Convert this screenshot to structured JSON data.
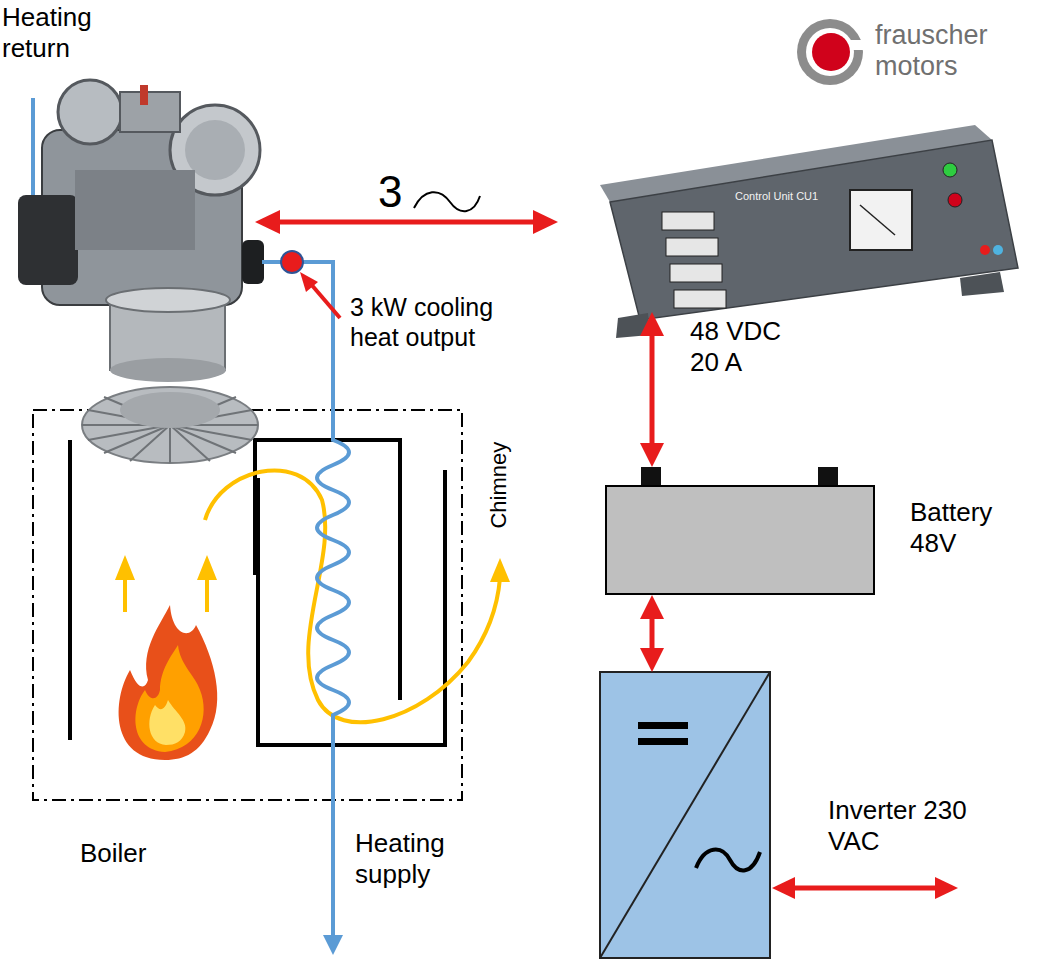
{
  "diagram": {
    "nodes": [
      {
        "text": [
          "Control Unit CU1"
        ]
      },
      {
        "text": [
          "Boiler"
        ]
      },
      {
        "text": [
          "Battery 48V"
        ]
      },
      {
        "text": [
          "Inverter 230 VAC"
        ]
      }
    ],
    "edges": [
      {
        "from": 0,
        "to": 2,
        "label": "48 VDC 20 A",
        "arrow": "both"
      },
      {
        "from": 2,
        "to": 3,
        "arrow": "both"
      }
    ],
    "labels": [
      "Heating return",
      "3",
      "3 kW cooling heat output",
      "Chimney",
      "Heating supply",
      "frauscher motors"
    ]
  }
}
